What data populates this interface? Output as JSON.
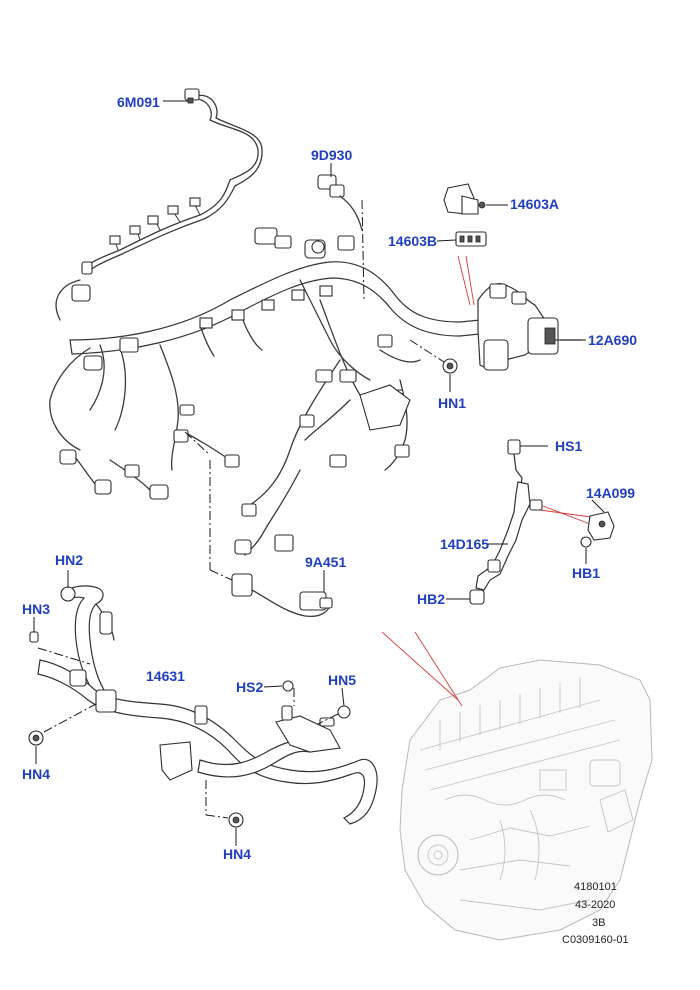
{
  "colors": {
    "callout_text": "#1f3fbf",
    "line_art": "#333333",
    "reference_line": "#d83a3a",
    "engine_ghost": "#b8b8b8"
  },
  "callouts": {
    "c_6M091": "6M091",
    "c_9D930": "9D930",
    "c_14603A": "14603A",
    "c_14603B": "14603B",
    "c_12A690": "12A690",
    "c_HN1": "HN1",
    "c_HS1": "HS1",
    "c_14A099": "14A099",
    "c_14D165": "14D165",
    "c_HB1": "HB1",
    "c_HB2": "HB2",
    "c_9A451": "9A451",
    "c_HN2": "HN2",
    "c_HN3": "HN3",
    "c_14631": "14631",
    "c_HS2": "HS2",
    "c_HN5": "HN5",
    "c_HN4a": "HN4",
    "c_HN4b": "HN4"
  },
  "reference_codes": {
    "line1": "4180101",
    "line2": "43-2020",
    "line3": "3B",
    "line4": "C0309160-01"
  }
}
